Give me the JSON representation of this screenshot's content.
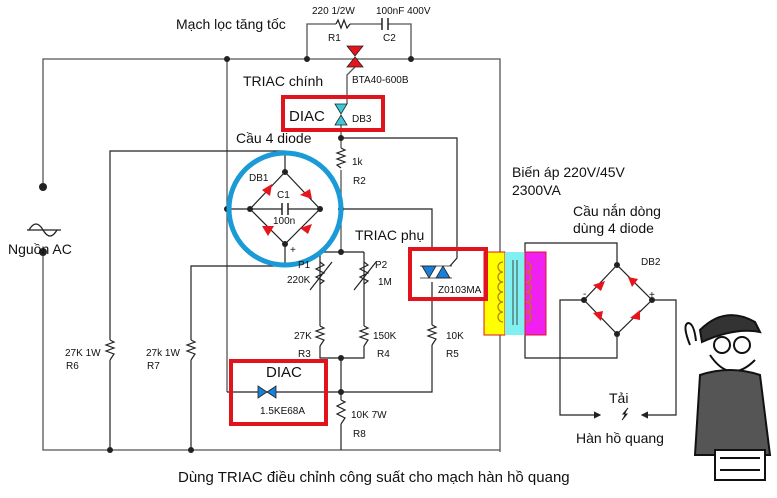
{
  "title": "Dùng TRIAC điều chỉnh công suất cho mạch hàn hồ quang",
  "labels": {
    "filter": "Mạch lọc tăng tốc",
    "r1_value": "220  1/2W",
    "r1": "R1",
    "c2_value": "100nF 400V",
    "c2": "C2",
    "triac_main": "TRIAC chính",
    "triac_main_part": "BTA40-600B",
    "diac_top": "DIAC",
    "diac_top_part": "DB3",
    "bridge1": "Cầu 4 diode",
    "db1": "DB1",
    "c1": "C1",
    "c1_value": "100n",
    "r2_value": "1k",
    "r2": "R2",
    "triac_aux": "TRIAC phụ",
    "triac_aux_part": "Z0103MA",
    "p1": "P1",
    "p1_value": "220K",
    "p2": "P2",
    "p2_value": "1M",
    "r3_value": "27K",
    "r3": "R3",
    "r4_value": "150K",
    "r4": "R4",
    "r5_value": "10K",
    "r5": "R5",
    "diac_bottom": "DIAC",
    "diac_bottom_part": "1.5KE68A",
    "r8_value": "10K  7W",
    "r8": "R8",
    "r6_value": "27K 1W",
    "r6": "R6",
    "r7_value": "27k 1W",
    "r7": "R7",
    "source": "Nguồn AC",
    "transformer_line1": "Biến áp 220V/45V",
    "transformer_line2": "2300VA",
    "bridge2_line1": "Cầu nắn dòng",
    "bridge2_line2": "dùng 4 diode",
    "db2": "DB2",
    "load": "Tải",
    "welder": "Hàn hồ quang",
    "plus": "+",
    "minus": "-"
  },
  "colors": {
    "highlight_box": "#e0141c",
    "bridge_circle": "#1a9ad6",
    "diode": "#e8141c",
    "diac": "#3cc8d8",
    "triac_aux": "#1a7fd6",
    "core_yellow": "#ffff00",
    "core_cyan": "#80f0f0",
    "core_magenta": "#f020f0"
  }
}
